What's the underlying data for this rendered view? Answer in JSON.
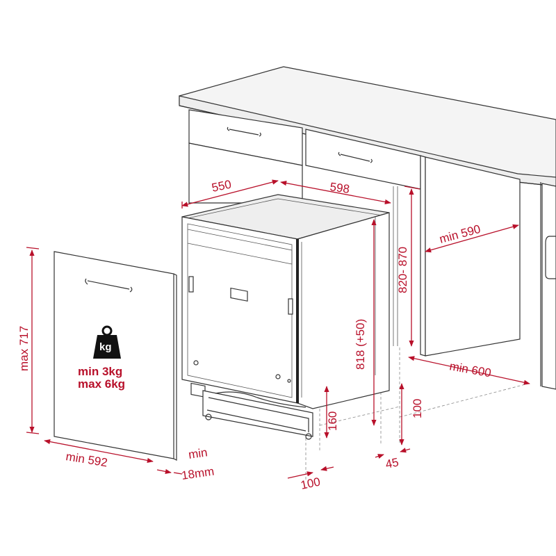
{
  "labels": {
    "depth_550": "550",
    "width_598": "598",
    "niche_depth": "min 590",
    "niche_height": "820- 870",
    "appliance_height": "818 (+50)",
    "niche_width": "min 600",
    "door_height": "max 717",
    "door_width": "min 592",
    "door_thickness_line1": "min",
    "door_thickness_line2": "18mm",
    "plinth_height": "160",
    "plinth_gap": "100",
    "plinth_depth": "100",
    "plinth_offset": "45",
    "door_weight_min": "min  3kg",
    "door_weight_max": "max 6kg",
    "weight_icon_text": "kg"
  },
  "colors": {
    "dimension": "#b8102a",
    "outline": "#333333"
  },
  "icons": [
    "weight-kg-icon",
    "door-handle-icon",
    "drawer-handle-icon"
  ]
}
